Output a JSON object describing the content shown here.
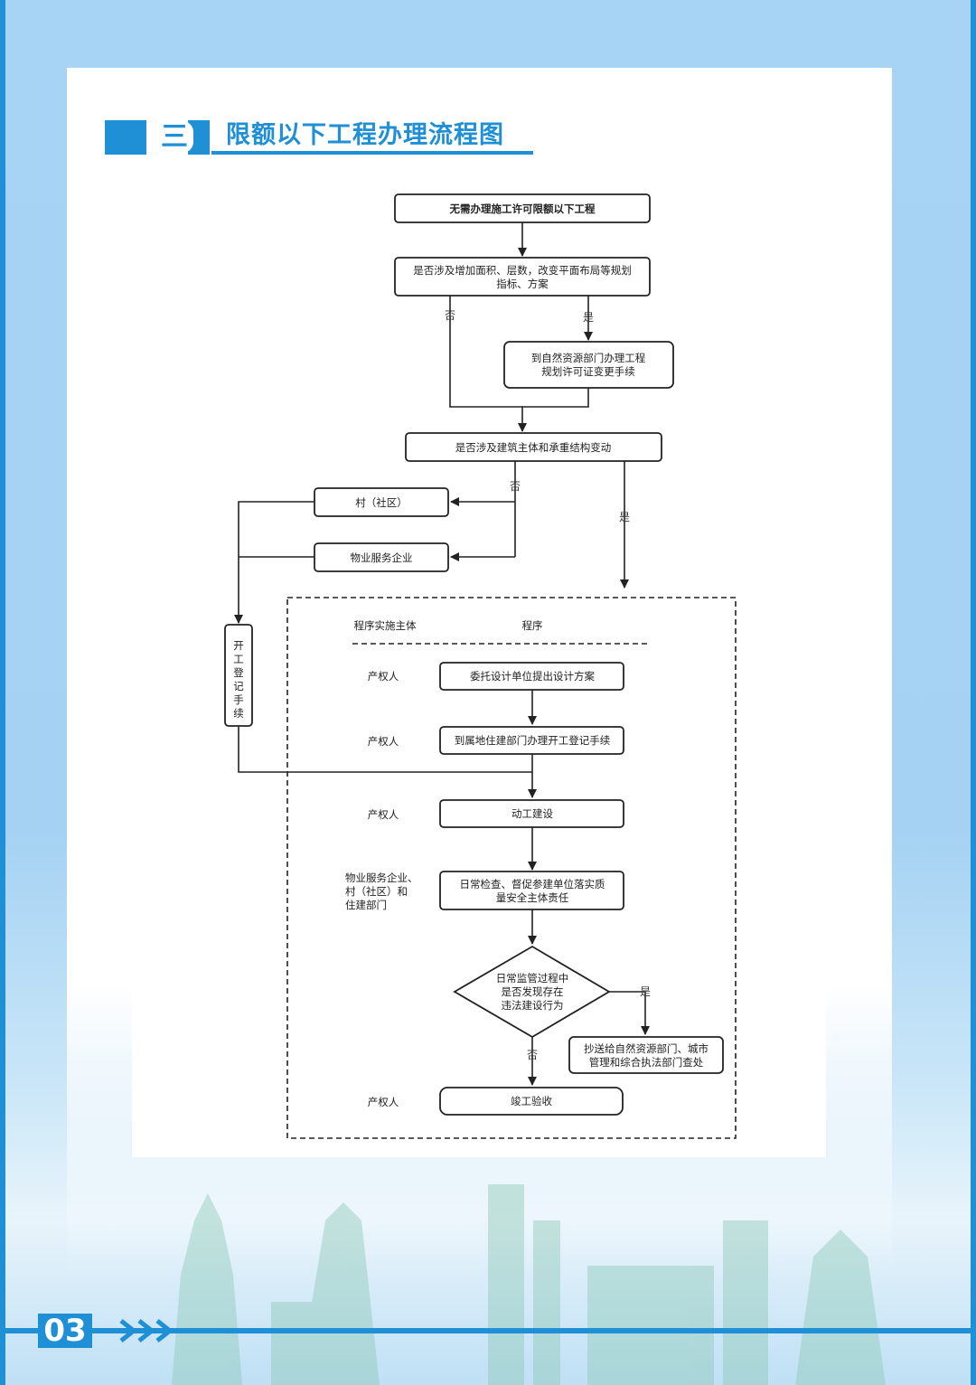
{
  "header": {
    "number": "三",
    "title": "限额以下工程办理流程图"
  },
  "page": {
    "number": "03"
  },
  "flow": {
    "start": "无需办理施工许可限额以下工程",
    "q1": {
      "line1": "是否涉及增加面积、层数，改变平面布局等规划",
      "line2": "指标、方案"
    },
    "no_label": "否",
    "yes_label": "是",
    "planning": {
      "line1": "到自然资源部门办理工程",
      "line2": "规划许可证变更手续"
    },
    "q2": "是否涉及建筑主体和承重结构变动",
    "village": "村（社区）",
    "property_company": "物业服务企业",
    "start_registration": "开工登记手续",
    "col_subject": "程序实施主体",
    "col_procedure": "程序",
    "owner": "产权人",
    "step1": "委托设计单位提出设计方案",
    "step2": "到属地住建部门办理开工登记手续",
    "step3": "动工建设",
    "supervisors": {
      "line1": "物业服务企业、",
      "line2": "村（社区）和",
      "line3": "住建部门"
    },
    "step4": {
      "line1": "日常检查、督促参建单位落实质",
      "line2": "量安全主体责任"
    },
    "diamond": {
      "line1": "日常监管过程中",
      "line2": "是否发现存在",
      "line3": "违法建设行为"
    },
    "report": {
      "line1": "抄送给自然资源部门、城市",
      "line2": "管理和综合执法部门查处"
    },
    "step5": "竣工验收"
  },
  "colors": {
    "accent": "#1f8fd6",
    "line": "#222222"
  }
}
